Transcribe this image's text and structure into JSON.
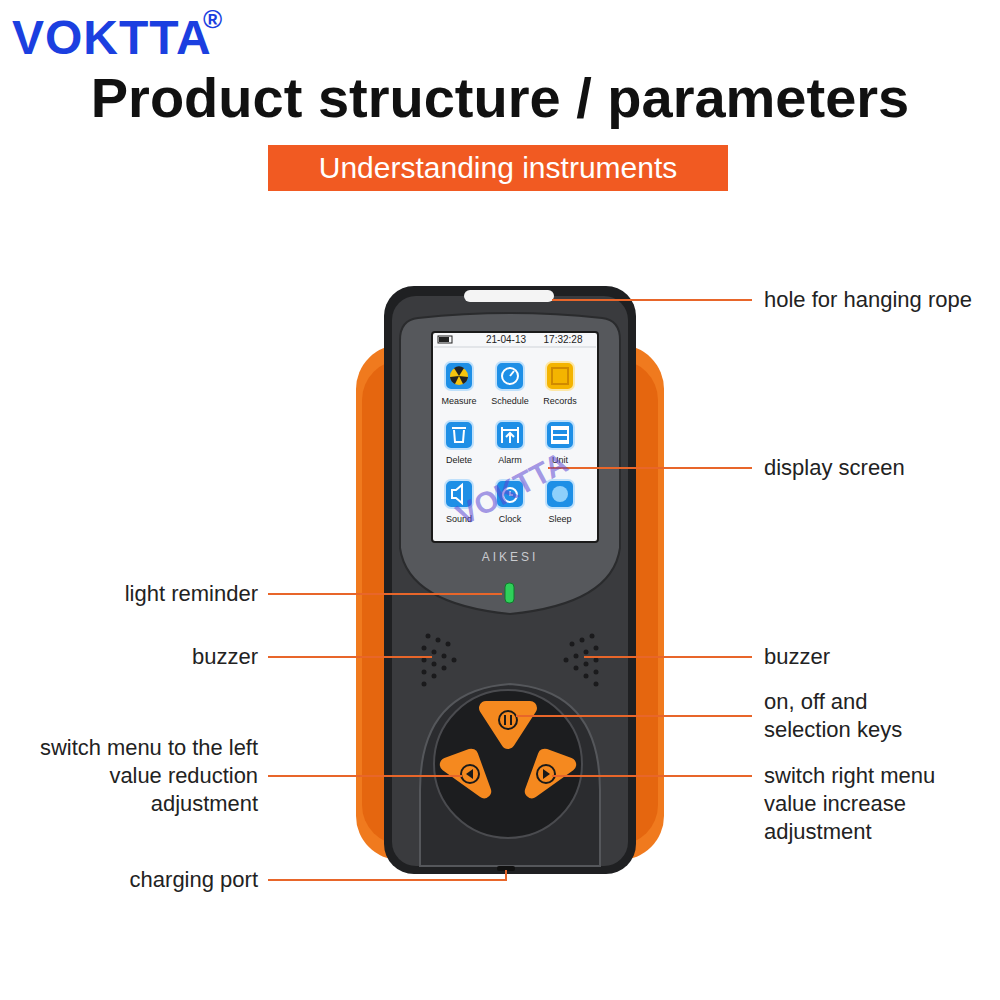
{
  "diagram": {
    "title": "Product structure / parameters",
    "nodes": [
      {
        "text": [
          "Understanding instruments"
        ]
      }
    ],
    "labels": [
      "VOKTTA",
      "®",
      "21-04-13",
      "17:32:28",
      "Measure",
      "Schedule",
      "Records",
      "Delete",
      "Alarm",
      "Unit",
      "Sound",
      "Clock",
      "Sleep",
      "AIKESI",
      "VOKTTA",
      "hole for hanging rope",
      "display screen",
      "light reminder",
      "buzzer",
      "buzzer",
      "on, off and selection keys",
      "switch menu to the left value reduction adjustment",
      "switch right menu value increase adjustment",
      "charging port"
    ]
  }
}
